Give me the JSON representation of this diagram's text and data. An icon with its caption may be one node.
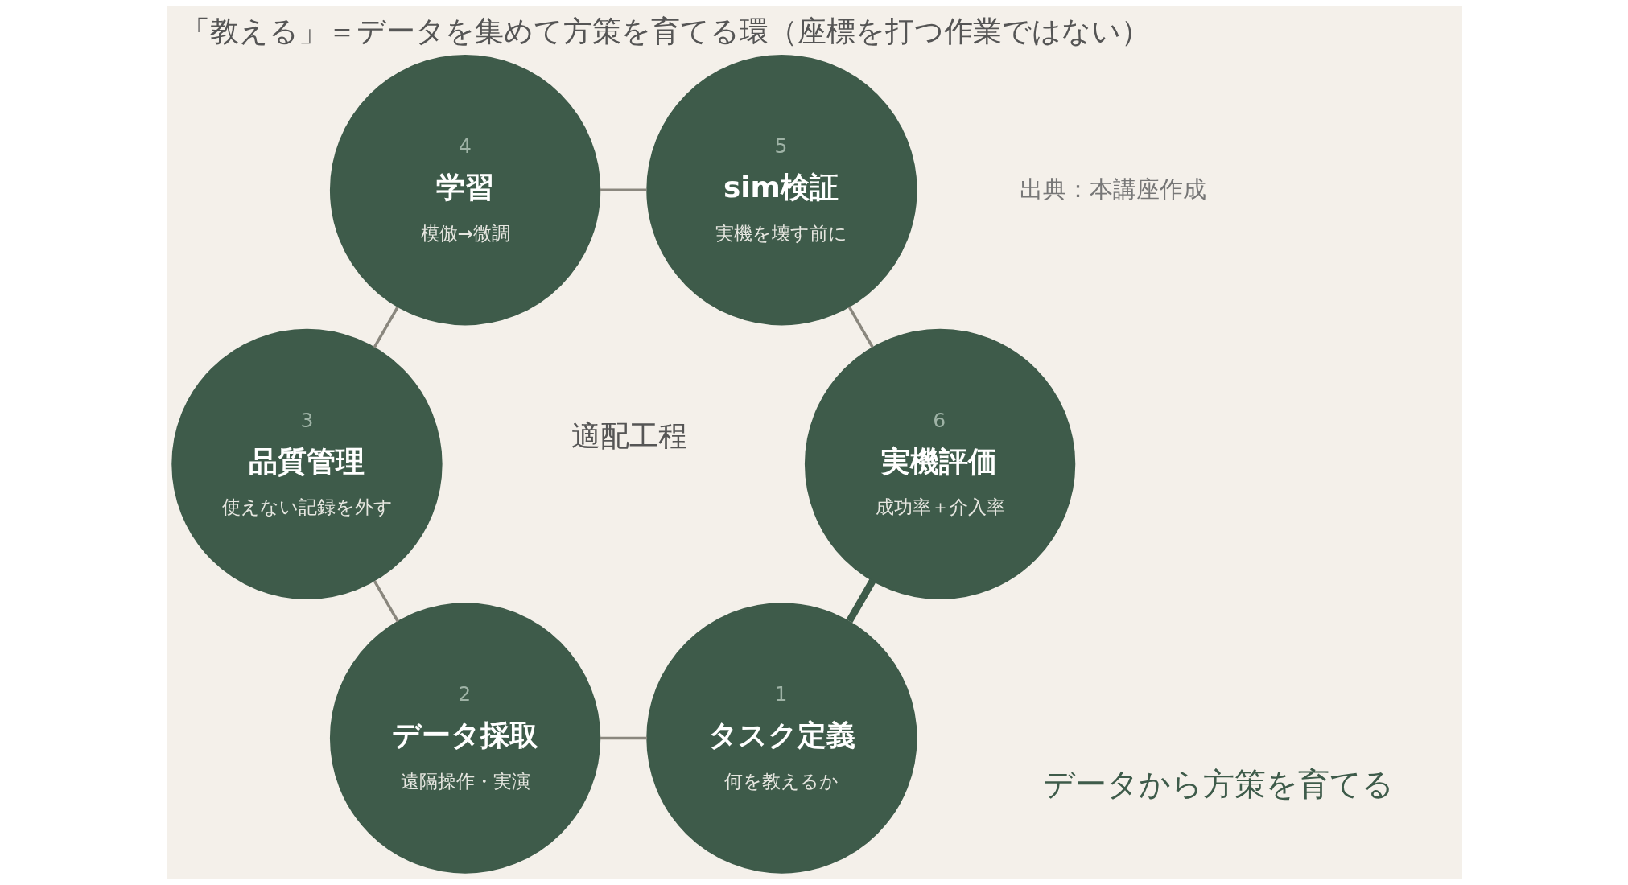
{
  "diagram": {
    "title": "「教える」＝データを集めて方策を育てる環（座標を打つ作業ではない）",
    "caption": "出典：本講座作成",
    "nodes": [
      {
        "text": [
          "1",
          "タスク定義",
          "何を教えるか"
        ]
      },
      {
        "text": [
          "2",
          "データ採取",
          "遠隔操作・実演"
        ]
      },
      {
        "text": [
          "3",
          "品質管理",
          "使えない記録を外す"
        ]
      },
      {
        "text": [
          "4",
          "学習",
          "模倣→微調"
        ]
      },
      {
        "text": [
          "5",
          "sim検証",
          "実機を壊す前に"
        ]
      },
      {
        "text": [
          "6",
          "実機評価",
          "成功率＋介入率"
        ]
      }
    ],
    "edges": [
      {
        "from": 0,
        "to": 1,
        "arrow": "none"
      },
      {
        "from": 1,
        "to": 2,
        "arrow": "none"
      },
      {
        "from": 2,
        "to": 3,
        "arrow": "none"
      },
      {
        "from": 3,
        "to": 4,
        "arrow": "none"
      },
      {
        "from": 4,
        "to": 5,
        "arrow": "none"
      },
      {
        "from": 5,
        "to": 0,
        "arrow": "none",
        "style": "thick",
        "color": "#3e5b4a"
      }
    ],
    "labels": [
      "適配工程",
      "データから方策を育てる"
    ]
  }
}
